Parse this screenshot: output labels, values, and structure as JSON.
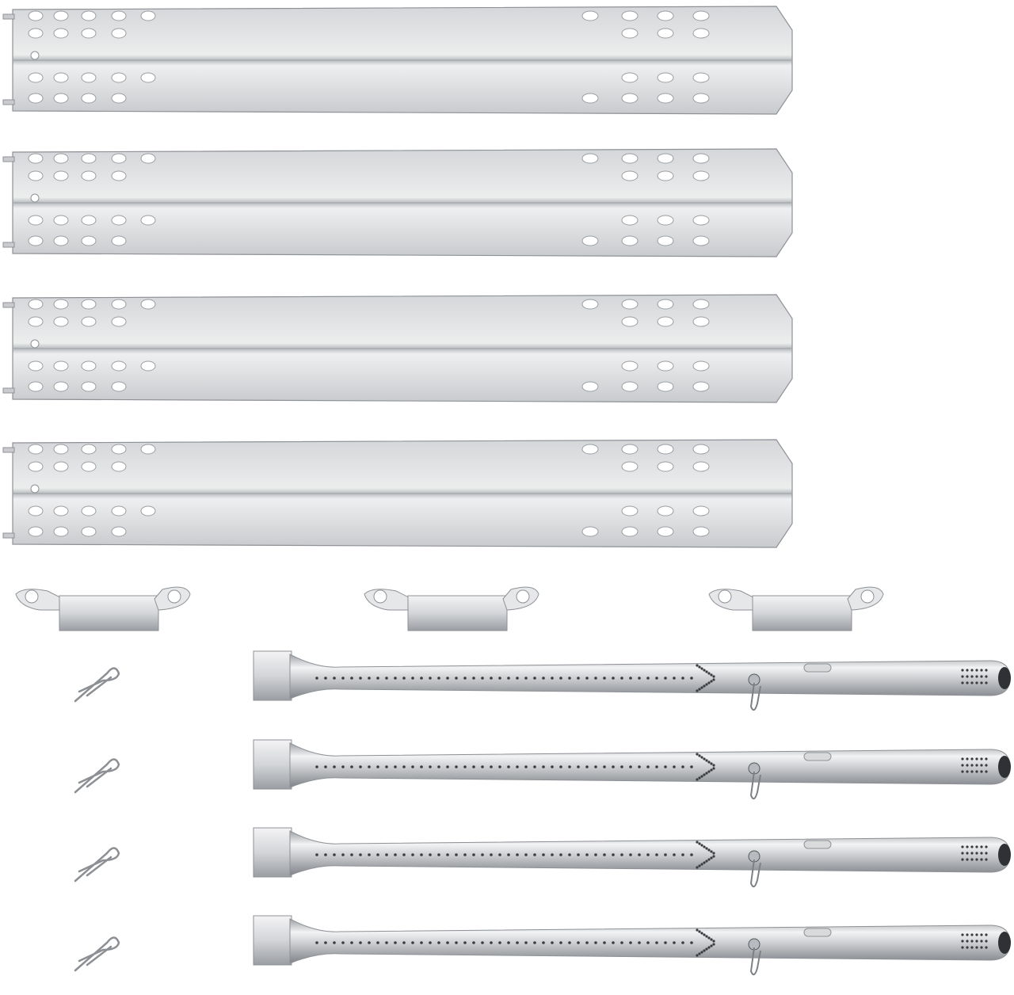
{
  "colors": {
    "background": "#ffffff",
    "steel_light": "#e6e7e9",
    "steel_mid": "#c9cbce",
    "steel_dark": "#8e9196",
    "hole": "#ffffff",
    "burner_port": "#3a3c40"
  },
  "parts": {
    "heat_plates": 4,
    "crossover_tubes": 3,
    "hairpin_clips": 4,
    "burners": 4
  }
}
